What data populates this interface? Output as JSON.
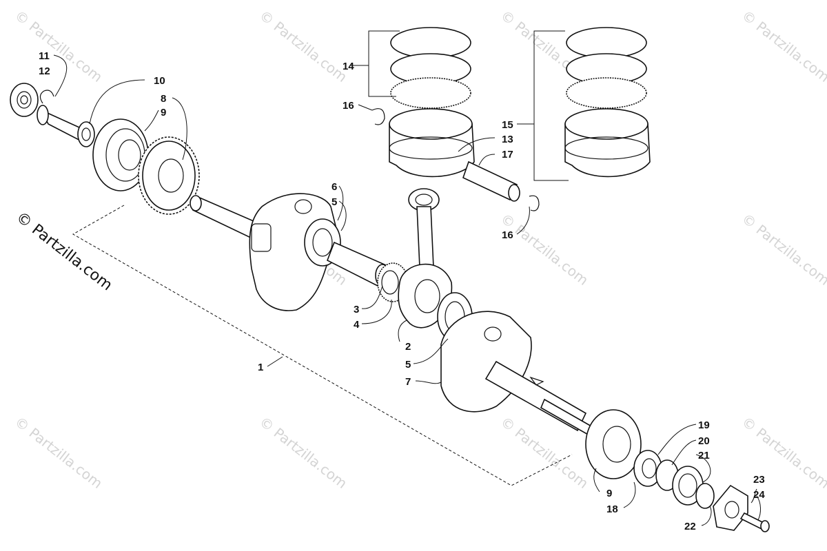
{
  "watermark": {
    "text": "© Partzilla.com"
  },
  "callouts": [
    {
      "id": "c1",
      "label": "1"
    },
    {
      "id": "c2",
      "label": "2"
    },
    {
      "id": "c3",
      "label": "3"
    },
    {
      "id": "c4",
      "label": "4"
    },
    {
      "id": "c5a",
      "label": "5"
    },
    {
      "id": "c5b",
      "label": "5"
    },
    {
      "id": "c6",
      "label": "6"
    },
    {
      "id": "c7",
      "label": "7"
    },
    {
      "id": "c8",
      "label": "8"
    },
    {
      "id": "c9a",
      "label": "9"
    },
    {
      "id": "c9b",
      "label": "9"
    },
    {
      "id": "c10",
      "label": "10"
    },
    {
      "id": "c11",
      "label": "11"
    },
    {
      "id": "c12",
      "label": "12"
    },
    {
      "id": "c13",
      "label": "13"
    },
    {
      "id": "c14",
      "label": "14"
    },
    {
      "id": "c15",
      "label": "15"
    },
    {
      "id": "c16a",
      "label": "16"
    },
    {
      "id": "c16b",
      "label": "16"
    },
    {
      "id": "c17",
      "label": "17"
    },
    {
      "id": "c18",
      "label": "18"
    },
    {
      "id": "c19",
      "label": "19"
    },
    {
      "id": "c20",
      "label": "20"
    },
    {
      "id": "c21",
      "label": "21"
    },
    {
      "id": "c22",
      "label": "22"
    },
    {
      "id": "c23",
      "label": "23"
    },
    {
      "id": "c24",
      "label": "24"
    }
  ]
}
